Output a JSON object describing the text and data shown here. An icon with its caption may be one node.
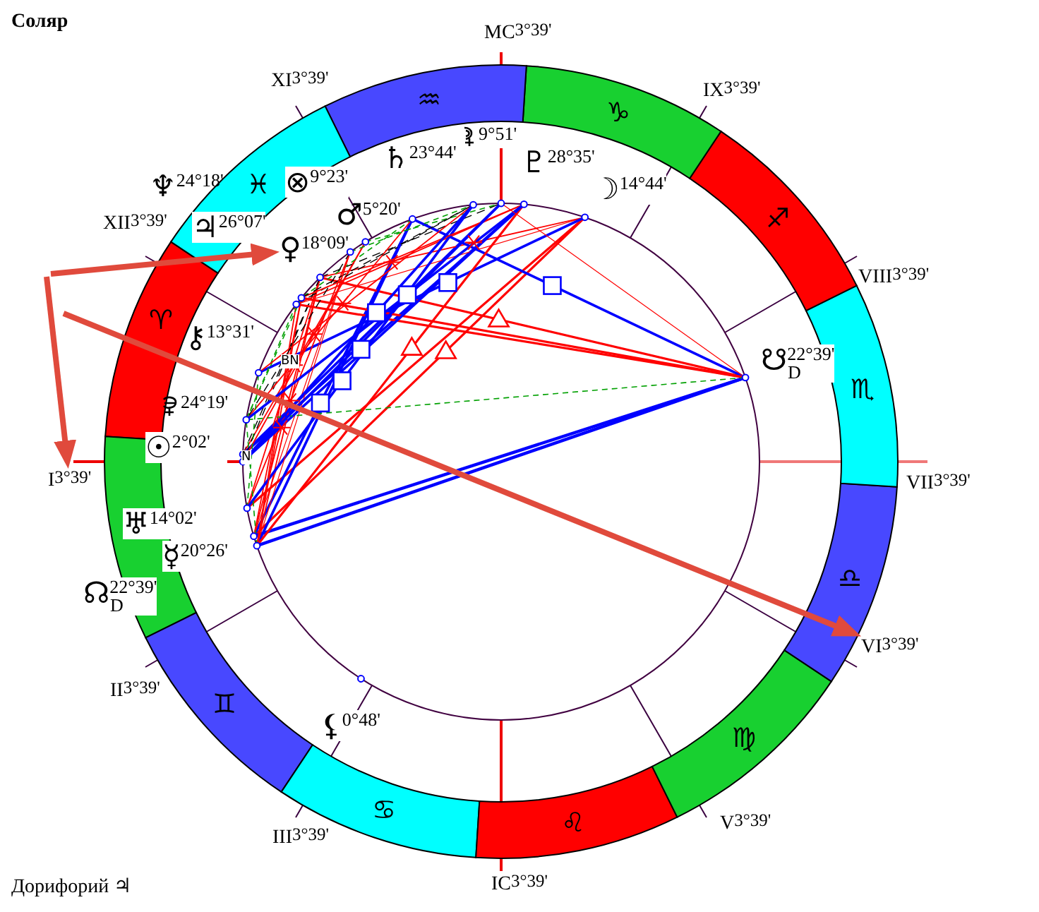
{
  "diagram": {
    "title": "Соляр",
    "nodes": [
      {
        "text": [
          "♀$^{18°09'}$"
        ]
      },
      {
        "text": [
          "I$^{3°39'}$"
        ]
      },
      {
        "text": [
          "VI$^{3°39'}$"
        ]
      }
    ],
    "edges": [
      {
        "from": null,
        "to": 0,
        "arrow": "to"
      },
      {
        "from": null,
        "to": 1,
        "arrow": "to"
      },
      {
        "from": null,
        "to": 2,
        "arrow": "to"
      }
    ],
    "labels": [
      "MC$^{3°39'}$",
      "XI$^{3°39'}$",
      "IX$^{3°39'}$",
      "♒",
      "♑",
      "9°51'",
      "♄$^{23°44'}$",
      "♇$^{28°35'}$",
      "♆$^{24°18'}$",
      "♓",
      "⊗$^{9°23'}$",
      "☽$^{14°44'}$",
      "♂$^{5°20'}$",
      "♐",
      "XII$^{3°39'}$",
      "♃$^{26°07'}$",
      "VIII$^{3°39'}$",
      "♈",
      "⚷$^{13°31'}$",
      "☋$^{22°39'}$$_{D}$",
      "BN",
      "♏",
      "24°19'",
      "☉$^{2°02'}$",
      "N",
      "VII$^{3°39'}$",
      "♅$^{14°02'}$",
      "☿$^{20°26'}$",
      "☊$^{22°39'}$$_{D}$",
      "♎",
      "II$^{3°39'}$",
      "♊",
      "⚸$^{0°48'}$",
      "♍",
      "V$^{3°39'}$",
      "♋",
      "♌",
      "III$^{3°39'}$",
      "IC$^{3°39'}$",
      "Дорифорий ♃"
    ]
  }
}
